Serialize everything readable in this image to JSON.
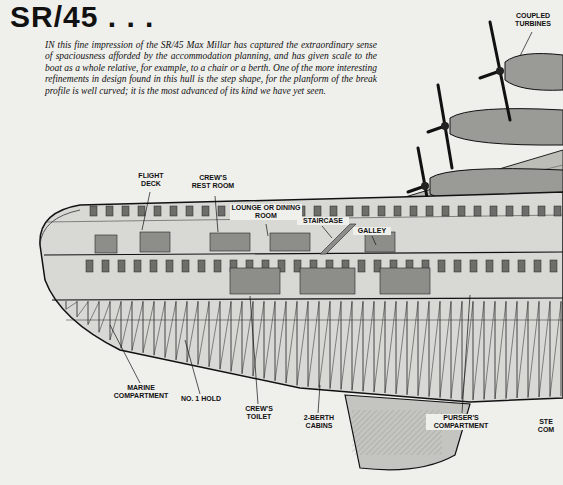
{
  "diagram": {
    "title": "SR/45 . . .",
    "caption": "IN this fine impression of the SR/45 Max Millar has captured the extraordinary sense of spaciousness afforded by the accommodation planning, and has given scale to the boat as a whole relative, for example, to a chair or a berth. One of the more interesting refinements in design found in this hull is the step shape, for the planform of the break profile is well curved; it is the most advanced of its kind we have yet seen.",
    "labels": [
      "COUPLED TURBINES",
      "FLIGHT DECK",
      "CREW'S REST ROOM",
      "LOUNGE OR DINING ROOM",
      "STAIRCASE",
      "GALLEY",
      "MARINE COMPARTMENT",
      "NO. 1 HOLD",
      "CREW'S TOILET",
      "2-BERTH CABINS",
      "PURSER'S COMPARTMENT",
      "STE COM"
    ]
  }
}
